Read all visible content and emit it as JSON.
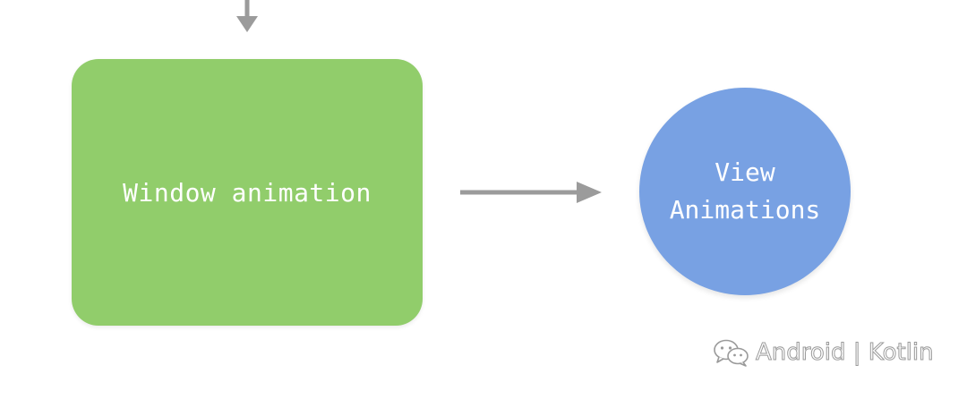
{
  "diagram": {
    "nodes": [
      {
        "id": "window",
        "shape": "rounded-rect",
        "label": "Window animation",
        "color": "#91cd6b"
      },
      {
        "id": "view",
        "shape": "circle",
        "label_lines": [
          "View",
          "Animations"
        ],
        "color": "#78a1e3"
      }
    ],
    "edges": [
      {
        "from": "above",
        "to": "window"
      },
      {
        "from": "window",
        "to": "view"
      }
    ],
    "arrow_color": "#9b9b9b",
    "icons": [
      "chat-bubbles-icon"
    ]
  },
  "watermark": {
    "text": "Android | Kotlin"
  }
}
